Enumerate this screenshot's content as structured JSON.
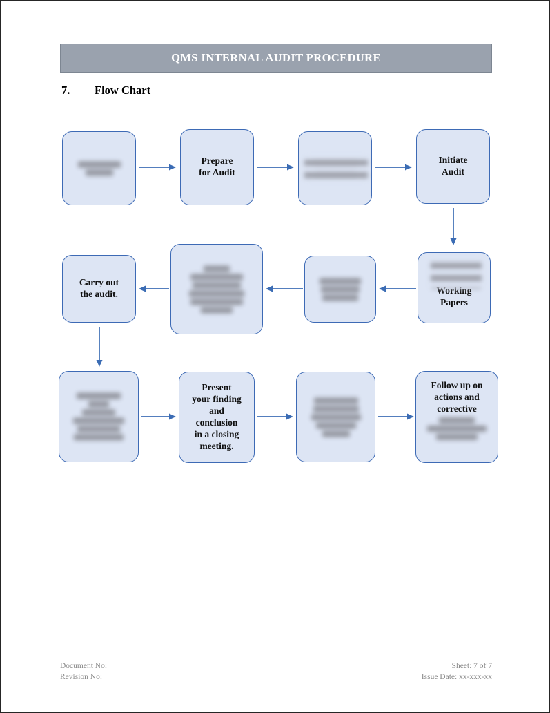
{
  "document": {
    "header_title": "QMS INTERNAL AUDIT PROCEDURE",
    "section_number": "7.",
    "section_title": "Flow Chart"
  },
  "footer": {
    "document_no_label": "Document No:",
    "revision_no_label": "Revision No:",
    "sheet_label": "Sheet: 7 of 7",
    "issue_date_label": "Issue Date: xx-xxx-xx"
  },
  "colors": {
    "header_bar": "#9aa2ae",
    "header_text": "#ffffff",
    "node_fill": "#dde5f4",
    "node_border": "#3d6ab5",
    "arrow": "#3b6cb4",
    "footer_text": "#8a8a8a",
    "page_border": "#262626"
  },
  "chart_data": {
    "type": "flowchart",
    "title": "Flow Chart",
    "orientation": "serpentine: row 1 left-to-right, row 2 right-to-left, row 3 left-to-right",
    "node_count": 12,
    "nodes": [
      {
        "id": "n1",
        "row": 1,
        "col": 1,
        "text": "",
        "redacted": "full",
        "redacted_lines": 2
      },
      {
        "id": "n2",
        "row": 1,
        "col": 2,
        "text": "Prepare\nfor Audit",
        "redacted": "none",
        "redacted_lines": 0
      },
      {
        "id": "n3",
        "row": 1,
        "col": 3,
        "text": "",
        "redacted": "partial",
        "redacted_lines": 2
      },
      {
        "id": "n4",
        "row": 1,
        "col": 4,
        "text": "Initiate\nAudit",
        "redacted": "none",
        "redacted_lines": 0
      },
      {
        "id": "n5",
        "row": 2,
        "col": 4,
        "text": "Working\nPapers",
        "redacted": "partial",
        "redacted_lines": 2
      },
      {
        "id": "n6",
        "row": 2,
        "col": 3,
        "text": "",
        "redacted": "full",
        "redacted_lines": 3
      },
      {
        "id": "n7",
        "row": 2,
        "col": 2,
        "text": "",
        "redacted": "full",
        "redacted_lines": 6
      },
      {
        "id": "n8",
        "row": 2,
        "col": 1,
        "text": "Carry out\nthe audit.",
        "redacted": "none",
        "redacted_lines": 0
      },
      {
        "id": "n9",
        "row": 3,
        "col": 1,
        "text": "",
        "redacted": "full",
        "redacted_lines": 6
      },
      {
        "id": "n10",
        "row": 3,
        "col": 2,
        "text": "Present\nyour finding\nand\nconclusion\nin a closing\nmeeting.",
        "redacted": "none",
        "redacted_lines": 0
      },
      {
        "id": "n11",
        "row": 3,
        "col": 3,
        "text": "",
        "redacted": "partial",
        "redacted_lines": 5
      },
      {
        "id": "n12",
        "row": 3,
        "col": 4,
        "text": "Follow up on\nactions and\ncorrective",
        "redacted": "partial",
        "redacted_lines": 3
      }
    ],
    "edges": [
      {
        "from": "n1",
        "to": "n2",
        "direction": "right"
      },
      {
        "from": "n2",
        "to": "n3",
        "direction": "right"
      },
      {
        "from": "n3",
        "to": "n4",
        "direction": "right"
      },
      {
        "from": "n4",
        "to": "n5",
        "direction": "down"
      },
      {
        "from": "n5",
        "to": "n6",
        "direction": "left"
      },
      {
        "from": "n6",
        "to": "n7",
        "direction": "left"
      },
      {
        "from": "n7",
        "to": "n8",
        "direction": "left"
      },
      {
        "from": "n8",
        "to": "n9",
        "direction": "down"
      },
      {
        "from": "n9",
        "to": "n10",
        "direction": "right"
      },
      {
        "from": "n10",
        "to": "n11",
        "direction": "right"
      },
      {
        "from": "n11",
        "to": "n12",
        "direction": "right"
      }
    ]
  },
  "nodes_text": {
    "n1": "",
    "n2": "Prepare for Audit",
    "n3": "",
    "n4": "Initiate Audit",
    "n5": "Working Papers",
    "n6": "",
    "n7": "",
    "n8": "Carry out the audit.",
    "n9": "",
    "n10": "Present your finding and conclusion in a closing meeting.",
    "n11": "",
    "n12": "Follow up on actions and corrective"
  }
}
